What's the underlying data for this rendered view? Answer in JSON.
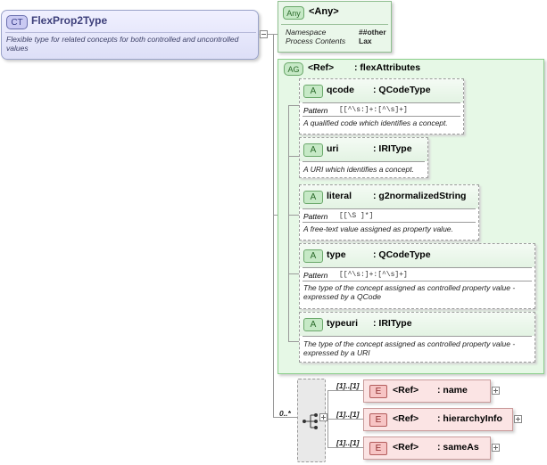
{
  "complex_type": {
    "badge": "CT",
    "name": "FlexProp2Type",
    "description": "Flexible type for related concepts for both controlled and uncontrolled values"
  },
  "any": {
    "badge": "Any",
    "title": "<Any>",
    "namespace_label": "Namespace",
    "namespace_value": "##other",
    "process_label": "Process Contents",
    "process_value": "Lax"
  },
  "attribute_group": {
    "badge": "AG",
    "ref": "<Ref>",
    "name": ": flexAttributes",
    "attributes": [
      {
        "badge": "A",
        "name": "qcode",
        "type": ": QCodeType",
        "pattern_label": "Pattern",
        "pattern": "[[^\\s:]+:[^\\s]+]",
        "description": "A qualified code which identifies a concept."
      },
      {
        "badge": "A",
        "name": "uri",
        "type": ": IRIType",
        "description": "A URI which identifies a concept."
      },
      {
        "badge": "A",
        "name": "literal",
        "type": ": g2normalizedString",
        "pattern_label": "Pattern",
        "pattern": "[[\\S ]*]",
        "description": "A free-text value assigned as property value."
      },
      {
        "badge": "A",
        "name": "type",
        "type": ": QCodeType",
        "pattern_label": "Pattern",
        "pattern": "[[^\\s:]+:[^\\s]+]",
        "description": "The type of the concept assigned as controlled property value - expressed by a QCode"
      },
      {
        "badge": "A",
        "name": "typeuri",
        "type": ": IRIType",
        "description": "The type of the concept assigned as controlled property value - expressed by a URI"
      }
    ]
  },
  "sequence": {
    "cardinality": "0..*",
    "elements": [
      {
        "badge": "E",
        "cardinality": "[1]..[1]",
        "ref": "<Ref>",
        "name": ": name"
      },
      {
        "badge": "E",
        "cardinality": "[1]..[1]",
        "ref": "<Ref>",
        "name": ": hierarchyInfo"
      },
      {
        "badge": "E",
        "cardinality": "[1]..[1]",
        "ref": "<Ref>",
        "name": ": sameAs"
      }
    ]
  }
}
